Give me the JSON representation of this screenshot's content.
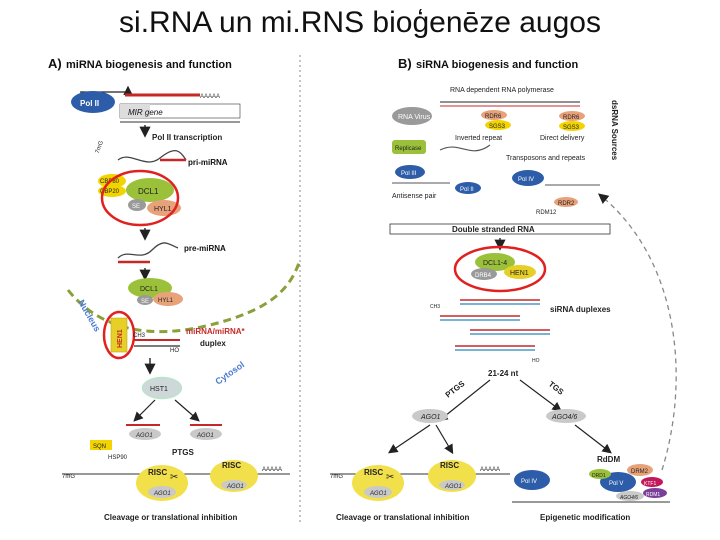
{
  "slide": {
    "title": "si.RNA un mi.RNS bioģenēze augos"
  },
  "panelA": {
    "heading_letter": "A)",
    "heading": "miRNA biogenesis and function",
    "pol2": "Pol II",
    "polyA": "AAAAA",
    "mir_gene": "MIR gene",
    "pol2_transcription": "Pol II transcription",
    "cap": "7mG",
    "pri_mirna": "pri-miRNA",
    "cbp80": "CBP80",
    "cbp20": "CBP20",
    "dcl1": "DCL1",
    "se": "SE",
    "hyl1": "HYL1",
    "pre_mirna": "pre-miRNA",
    "dcl1b": "DCL1",
    "seb": "SE",
    "hyl1b": "HYL1",
    "hen1": "HEN1",
    "ch3": "CH3",
    "ho": "HO",
    "duplex_l1": "miRNA/miRNA*",
    "duplex_l2": "duplex",
    "nucleus": "Nucleus",
    "cytosol": "Cytosol",
    "hst1": "HST1",
    "ago1a": "AGO1",
    "ago1b": "AGO1",
    "ptgs": "PTGS",
    "sqn": "SQN",
    "hsp90": "HSP90",
    "risc1": "RISC",
    "risc2": "RISC",
    "ago1c": "AGO1",
    "ago1d": "AGO1",
    "mg": "7mG",
    "polyA2": "AAAAA",
    "caption": "Cleavage or translational inhibition"
  },
  "panelB": {
    "heading_letter": "B)",
    "heading": "siRNA biogenesis and function",
    "rdrp": "RNA dependent RNA polymerase",
    "rna_virus": "RNA Virus",
    "rdr6": "RDR6",
    "sgs3": "SGS3",
    "rdr6b": "RDR6",
    "sgs3b": "SGS3",
    "direct_delivery": "Direct delivery",
    "replicase": "Replicase",
    "inverted_repeat": "Inverted repeat",
    "transposons": "Transposons and repeats",
    "dsrna_sources": "dsRNA Sources",
    "pol3": "Pol III",
    "pol2": "Pol II",
    "antisense": "Antisense pair",
    "pol4": "Pol IV",
    "rdr2": "RDR2",
    "rdm12": "RDM12",
    "dsrna": "Double stranded RNA",
    "dcl14": "DCL1-4",
    "drb4": "DRB4",
    "hen1": "HEN1",
    "sirna_duplexes": "siRNA duplexes",
    "ch3": "CH3",
    "ho": "HO",
    "nt": "21-24 nt",
    "ptgs": "PTGS",
    "tgs": "TGS",
    "ago1": "AGO1",
    "ago46": "AGO4/6",
    "rddm": "RdDM",
    "risc1": "RISC",
    "risc2": "RISC",
    "ago1b": "AGO1",
    "ago1c": "AGO1",
    "mg": "7mG",
    "polyA": "AAAAA",
    "pol4b": "Pol IV",
    "pol5": "Pol V",
    "drd1": "DRD1",
    "drm2": "DRM2",
    "ktf1": "KTF1",
    "rdm1": "RDM1",
    "ago46b": "AGO4/6",
    "caption1": "Cleavage or translational inhibition",
    "caption2": "Epigenetic modification"
  },
  "colors": {
    "highlight": "#e0211f",
    "dcl_green": "#9bc13b",
    "yellow_protein": "#f2d400",
    "salmon": "#e8a27a",
    "grey": "#9a9a9a",
    "blue": "#2d5da8",
    "ago_grey": "#c9c9c9",
    "hen_yellow": "#e6d028"
  }
}
